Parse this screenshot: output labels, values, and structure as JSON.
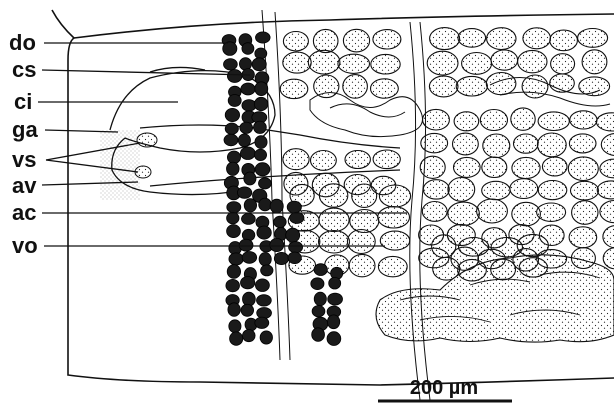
{
  "labels": {
    "do": "do",
    "cs": "cs",
    "ci": "ci",
    "ga": "ga",
    "vs": "vs",
    "av": "av",
    "ac": "ac",
    "vo": "vo"
  },
  "scale_bar": {
    "label": "200 µm"
  }
}
